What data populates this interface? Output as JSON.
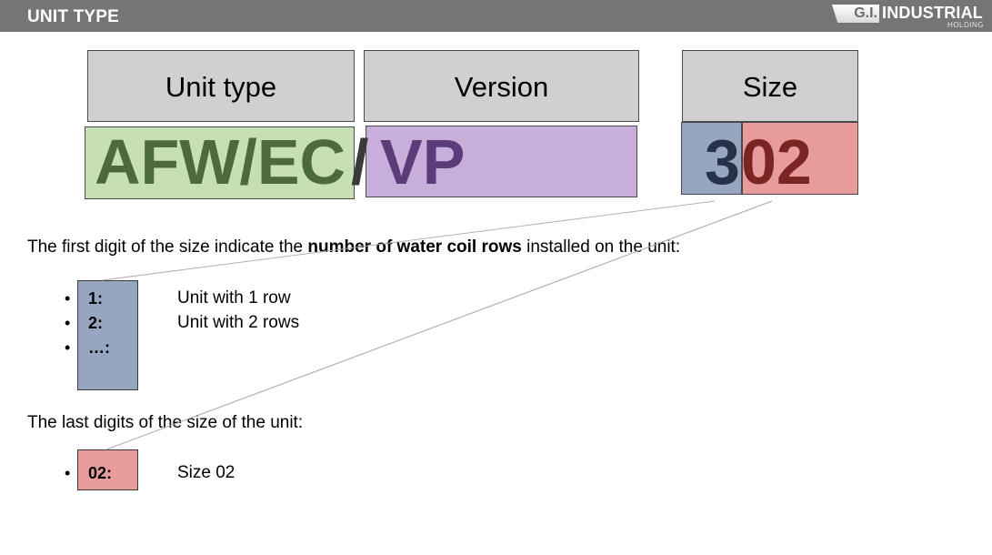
{
  "header": {
    "title": "UNIT TYPE",
    "logo": {
      "brand": "G.I.",
      "name": "INDUSTRIAL",
      "sub": "HOLDING"
    }
  },
  "columns": {
    "unit_type": "Unit type",
    "version": "Version",
    "size": "Size"
  },
  "code": {
    "unit_type": "AFW/EC",
    "slash": "/",
    "version": "VP",
    "size_first": "3",
    "size_last": "02"
  },
  "sections": {
    "rows": {
      "intro_before": "The first digit of the size indicate the ",
      "intro_bold": "number of water coil rows",
      "intro_after": " installed on the unit:",
      "items": [
        {
          "code": "1:",
          "desc": "Unit with 1 row"
        },
        {
          "code": "2:",
          "desc": "Unit with 2 rows"
        },
        {
          "code": "…:",
          "desc": ""
        }
      ]
    },
    "size": {
      "intro": "The last digits of the size of the unit:",
      "items": [
        {
          "code": "02:",
          "desc": "Size 02"
        }
      ]
    }
  },
  "colors": {
    "topbar": "#757575",
    "header_cell": "#d0d0d0",
    "green_fill": "#c6e0b4",
    "green_text": "#4b6b3a",
    "purple_fill": "#c8aedb",
    "purple_text": "#5c3c78",
    "blue_fill": "#97a6c0",
    "blue_text": "#26324a",
    "red_fill": "#e89b9b",
    "red_text": "#7a2424"
  },
  "bullet_symbol": "•"
}
